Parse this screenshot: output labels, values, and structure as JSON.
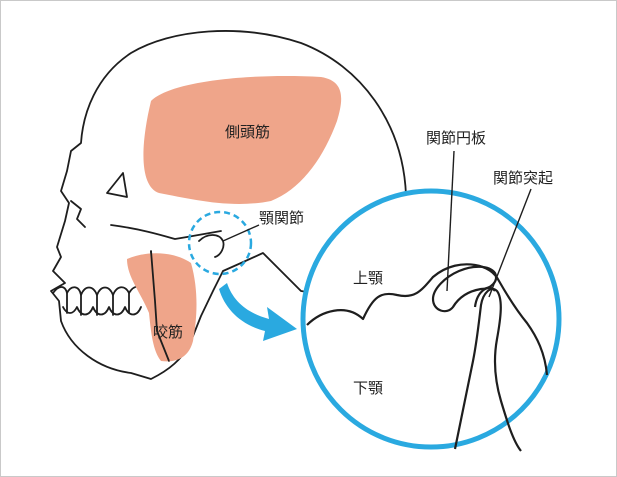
{
  "labels": {
    "temporalis": "側頭筋",
    "masseter": "咬筋",
    "tmj": "顎関節",
    "disc": "関節円板",
    "condyle": "関節突起",
    "upper_jaw": "上顎",
    "lower_jaw": "下顎"
  },
  "colors": {
    "muscle": "#efa58a",
    "accent": "#2aa9e0",
    "outline": "#1e1e1e",
    "frame_border": "#c9c9c9"
  }
}
